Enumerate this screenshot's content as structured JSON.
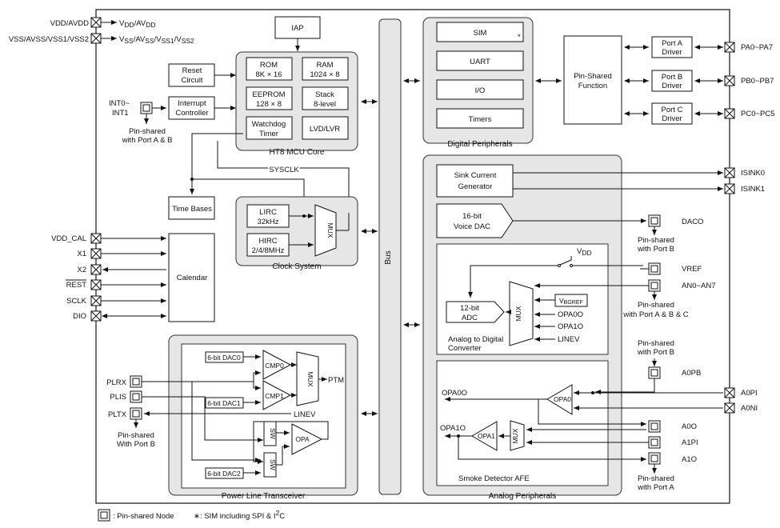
{
  "pins_left": {
    "vdd": "VDD/AVDD",
    "vdd_sub": "DD",
    "vdd_sub2": "DD",
    "vss": "VSS/AVSS/VSS1/VSS2",
    "vss_sub": "SS",
    "vss_sub2": "SS",
    "vss_sub3": "SS1",
    "vss_sub4": "SS2",
    "int_line1": "INT0~",
    "int_line2": "INT1",
    "int_shared_1": "Pin-shared",
    "int_shared_2": "with Port A & B",
    "vdd_cal": "VDD_CAL",
    "x1": "X1",
    "x2": "X2",
    "rest": "REST",
    "sclk": "SCLK",
    "dio": "DIO",
    "plrx": "PLRX",
    "plis": "PLIS",
    "pltx": "PLTX",
    "pl_shared_1": "Pin-shared",
    "pl_shared_2": "With Port B"
  },
  "core": {
    "iap": "IAP",
    "reset_1": "Reset",
    "reset_2": "Circuit",
    "interrupt_1": "Interrupt",
    "interrupt_2": "Controller",
    "rom_1": "ROM",
    "rom_2": "8K × 16",
    "ram_1": "RAM",
    "ram_2": "1024 × 8",
    "eeprom_1": "EEPROM",
    "eeprom_2": "128 × 8",
    "stack_1": "Stack",
    "stack_2": "8-level",
    "wdt_1": "Watchdog",
    "wdt_2": "Timer",
    "lvd": "LVD/LVR",
    "title": "HT8 MCU Core",
    "sysclk": "SYSCLK",
    "time_bases": "Time Bases",
    "calendar": "Calendar"
  },
  "clock": {
    "lirc_1": "LIRC",
    "lirc_2": "32kHz",
    "hirc_1": "HIRC",
    "hirc_2": "2/4/8MHz",
    "mux": "MUX",
    "title": "Clock System"
  },
  "bus": "Bus",
  "digital": {
    "sim": "SIM",
    "sim_star": "*",
    "uart": "UART",
    "io": "I/O",
    "timers": "Timers",
    "title": "Digital Peripherals",
    "pin_shared_1": "Pin-Shared",
    "pin_shared_2": "Function",
    "porta_1": "Port A",
    "porta_2": "Driver",
    "portb_1": "Port B",
    "portb_2": "Driver",
    "portc_1": "Port C",
    "portc_2": "Driver",
    "pa": "PA0~PA7",
    "pb": "PB0~PB7",
    "pc": "PC0~PC5"
  },
  "analog": {
    "sink_1": "Sink Current",
    "sink_2": "Generator",
    "isink0": "ISINK0",
    "isink1": "ISINK1",
    "dac_1": "16-bit",
    "dac_2": "Voice DAC",
    "daco": "DACO",
    "daco_shared_1": "Pin-shared",
    "daco_shared_2": "with Port B",
    "vdd": "V",
    "vdd_sub": "DD",
    "vref": "VREF",
    "an": "AN0~AN7",
    "an_shared_1": "Pin-shared",
    "an_shared_2": "with Port A & B & C",
    "adc_1": "12-bit",
    "adc_2": "ADC",
    "mux": "MUX",
    "vbg": "V",
    "vbg_sub": "BGREF",
    "opa0o_in": "OPA0O",
    "opa1o_in": "OPA1O",
    "linev": "LINEV",
    "adc_title_1": "Analog to Digital",
    "adc_title_2": "Converter",
    "a0pb_shared_1": "Pin-shared",
    "a0pb_shared_2": "with Port B",
    "a0pb": "A0PB",
    "opa0o": "OPA0O",
    "opa0": "OPA0",
    "a0pi": "A0PI",
    "a0ni": "A0NI",
    "opa1o": "OPA1O",
    "opa1": "OPA1",
    "mux2": "MUX",
    "a0o": "A0O",
    "a1pi": "A1PI",
    "a1o": "A1O",
    "smoke": "Smoke Detector AFE",
    "a1o_shared_1": "Pin-shared",
    "a1o_shared_2": "with Port A",
    "title": "Analog Peripherals"
  },
  "plt": {
    "dac0": "6-bit DAC0",
    "dac1": "6-bit DAC1",
    "dac2": "6-bit DAC2",
    "cmp0": "CMP0",
    "cmp1": "CMP1",
    "mux": "MUX",
    "ptm": "PTM",
    "linev": "LINEV",
    "sw1": "SW",
    "sw2": "SW",
    "opa": "OPA",
    "title": "Power Line Transceiver"
  },
  "legend": {
    "node": ": Pin-shared Node",
    "sim_note": "∗: SIM including SPI & I",
    "sim_sup": "2",
    "sim_tail": "C"
  }
}
